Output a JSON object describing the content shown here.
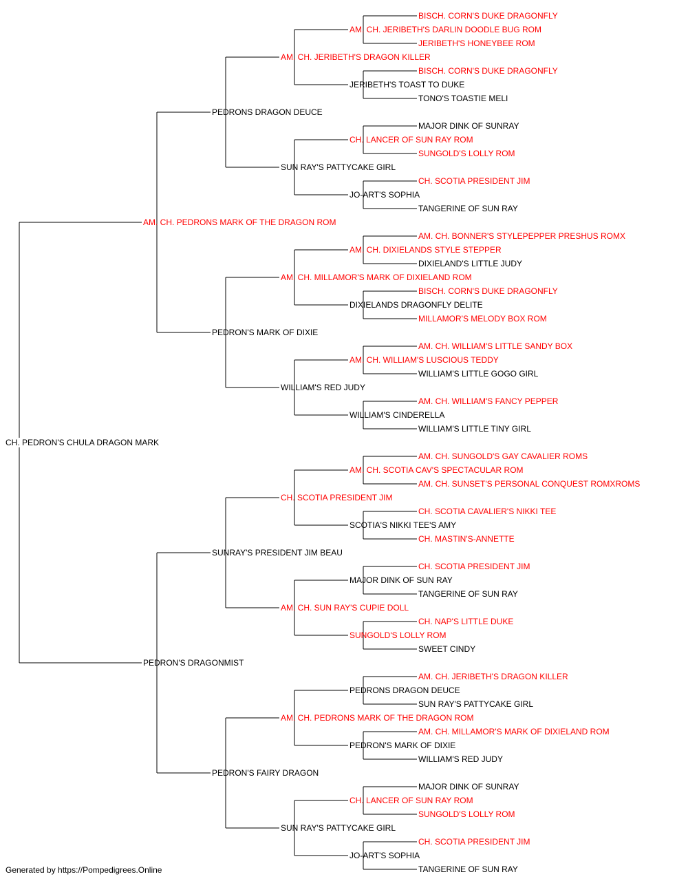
{
  "colors": {
    "champion": "#ff0000",
    "regular": "#000000",
    "connector": "#000000"
  },
  "pedigree": {
    "name": "CH. PEDRON'S CHULA DRAGON MARK",
    "champion": false,
    "sire": {
      "name": "AM. CH. PEDRONS MARK OF THE DRAGON ROM",
      "champion": true,
      "sire": {
        "name": "PEDRONS DRAGON DEUCE",
        "champion": false,
        "sire": {
          "name": "AM. CH. JERIBETH'S DRAGON KILLER",
          "champion": true,
          "sire": {
            "name": "AM. CH. JERIBETH'S DARLIN DOODLE BUG ROM",
            "champion": true,
            "sire": {
              "name": "BISCH. CORN'S DUKE DRAGONFLY",
              "champion": true
            },
            "dam": {
              "name": "JERIBETH'S HONEYBEE ROM",
              "champion": true
            }
          },
          "dam": {
            "name": "JERIBETH'S TOAST TO DUKE",
            "champion": false,
            "sire": {
              "name": "BISCH. CORN'S DUKE DRAGONFLY",
              "champion": true
            },
            "dam": {
              "name": "TONO'S TOASTIE MELI",
              "champion": false
            }
          }
        },
        "dam": {
          "name": "SUN RAY'S PATTYCAKE GIRL",
          "champion": false,
          "sire": {
            "name": "CH. LANCER OF SUN RAY ROM",
            "champion": true,
            "sire": {
              "name": "MAJOR DINK OF SUNRAY",
              "champion": false
            },
            "dam": {
              "name": "SUNGOLD'S LOLLY ROM",
              "champion": true
            }
          },
          "dam": {
            "name": "JO-ART'S SOPHIA",
            "champion": false,
            "sire": {
              "name": "CH. SCOTIA PRESIDENT JIM",
              "champion": true
            },
            "dam": {
              "name": "TANGERINE OF SUN RAY",
              "champion": false
            }
          }
        }
      },
      "dam": {
        "name": "PEDRON'S MARK OF DIXIE",
        "champion": false,
        "sire": {
          "name": "AM. CH. MILLAMOR'S MARK OF DIXIELAND ROM",
          "champion": true,
          "sire": {
            "name": "AM. CH. DIXIELANDS STYLE STEPPER",
            "champion": true,
            "sire": {
              "name": "AM. CH. BONNER'S STYLEPEPPER PRESHUS ROMX",
              "champion": true
            },
            "dam": {
              "name": "DIXIELAND'S LITTLE JUDY",
              "champion": false
            }
          },
          "dam": {
            "name": "DIXIELANDS DRAGONFLY DELITE",
            "champion": false,
            "sire": {
              "name": "BISCH. CORN'S DUKE DRAGONFLY",
              "champion": true
            },
            "dam": {
              "name": "MILLAMOR'S MELODY BOX ROM",
              "champion": true
            }
          }
        },
        "dam": {
          "name": "WILLIAM'S RED JUDY",
          "champion": false,
          "sire": {
            "name": "AM. CH. WILLIAM'S LUSCIOUS TEDDY",
            "champion": true,
            "sire": {
              "name": "AM. CH. WILLIAM'S LITTLE SANDY BOX",
              "champion": true
            },
            "dam": {
              "name": "WILLIAM'S LITTLE GOGO GIRL",
              "champion": false
            }
          },
          "dam": {
            "name": "WILLIAM'S CINDERELLA",
            "champion": false,
            "sire": {
              "name": "AM. CH. WILLIAM'S FANCY PEPPER",
              "champion": true
            },
            "dam": {
              "name": "WILLIAM'S LITTLE TINY GIRL",
              "champion": false
            }
          }
        }
      }
    },
    "dam": {
      "name": "PEDRON'S DRAGONMIST",
      "champion": false,
      "sire": {
        "name": "SUNRAY'S PRESIDENT JIM BEAU",
        "champion": false,
        "sire": {
          "name": "CH. SCOTIA PRESIDENT JIM",
          "champion": true,
          "sire": {
            "name": "AM. CH. SCOTIA CAV'S SPECTACULAR ROM",
            "champion": true,
            "sire": {
              "name": "AM. CH. SUNGOLD'S GAY CAVALIER ROMS",
              "champion": true
            },
            "dam": {
              "name": "AM. CH. SUNSET'S PERSONAL CONQUEST ROMXROMS",
              "champion": true
            }
          },
          "dam": {
            "name": "SCOTIA'S NIKKI TEE'S AMY",
            "champion": false,
            "sire": {
              "name": "CH. SCOTIA CAVALIER'S NIKKI TEE",
              "champion": true
            },
            "dam": {
              "name": "CH. MASTIN'S-ANNETTE",
              "champion": true
            }
          }
        },
        "dam": {
          "name": "AM. CH. SUN RAY'S CUPIE DOLL",
          "champion": true,
          "sire": {
            "name": "MAJOR DINK OF SUN RAY",
            "champion": false,
            "sire": {
              "name": "CH. SCOTIA PRESIDENT JIM",
              "champion": true
            },
            "dam": {
              "name": "TANGERINE OF SUN RAY",
              "champion": false
            }
          },
          "dam": {
            "name": "SUNGOLD'S LOLLY ROM",
            "champion": true,
            "sire": {
              "name": "CH. NAP'S LITTLE DUKE",
              "champion": true
            },
            "dam": {
              "name": "SWEET CINDY",
              "champion": false
            }
          }
        }
      },
      "dam": {
        "name": "PEDRON'S FAIRY DRAGON",
        "champion": false,
        "sire": {
          "name": "AM. CH. PEDRONS MARK OF THE DRAGON ROM",
          "champion": true,
          "sire": {
            "name": "PEDRONS DRAGON DEUCE",
            "champion": false,
            "sire": {
              "name": "AM. CH. JERIBETH'S DRAGON KILLER",
              "champion": true
            },
            "dam": {
              "name": "SUN RAY'S PATTYCAKE GIRL",
              "champion": false
            }
          },
          "dam": {
            "name": "PEDRON'S MARK OF DIXIE",
            "champion": false,
            "sire": {
              "name": "AM. CH. MILLAMOR'S MARK OF DIXIELAND ROM",
              "champion": true
            },
            "dam": {
              "name": "WILLIAM'S RED JUDY",
              "champion": false
            }
          }
        },
        "dam": {
          "name": "SUN RAY'S PATTYCAKE GIRL",
          "champion": false,
          "sire": {
            "name": "CH. LANCER OF SUN RAY ROM",
            "champion": true,
            "sire": {
              "name": "MAJOR DINK OF SUNRAY",
              "champion": false
            },
            "dam": {
              "name": "SUNGOLD'S LOLLY ROM",
              "champion": true
            }
          },
          "dam": {
            "name": "JO-ART'S SOPHIA",
            "champion": false,
            "sire": {
              "name": "CH. SCOTIA PRESIDENT JIM",
              "champion": true
            },
            "dam": {
              "name": "TANGERINE OF SUN RAY",
              "champion": false
            }
          }
        }
      }
    }
  },
  "footer": {
    "text": "Generated by https://Pompedigrees.Online"
  }
}
